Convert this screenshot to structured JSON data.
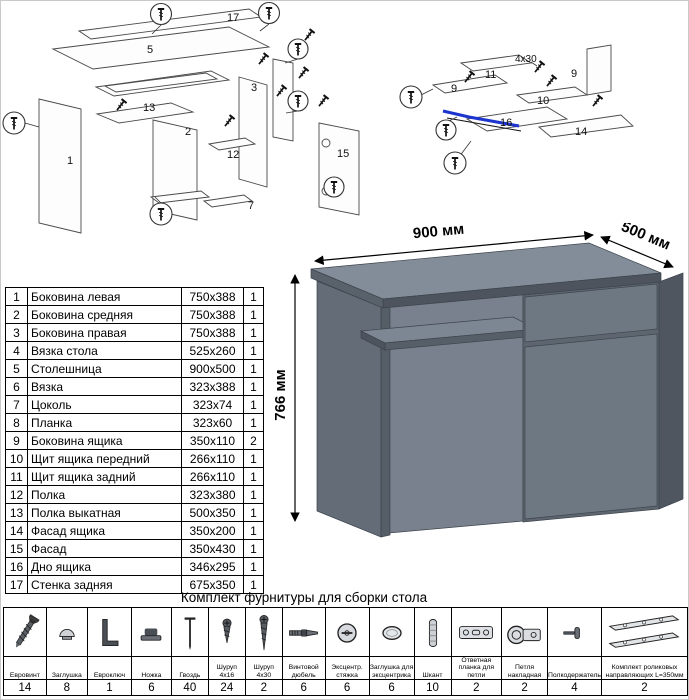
{
  "dimensions": {
    "width_label": "900 мм",
    "depth_label": "500 мм",
    "height_label": "766 мм"
  },
  "diagram_left": {
    "callouts": [
      "17",
      "5",
      "3",
      "13",
      "2",
      "1",
      "12",
      "15",
      "7"
    ]
  },
  "diagram_right": {
    "callouts": [
      "11",
      "9",
      "9",
      "10",
      "16",
      "14"
    ],
    "screw_note": "4x30"
  },
  "parts_table": {
    "rows": [
      {
        "num": "1",
        "name": "Боковина левая",
        "size": "750x388",
        "qty": "1"
      },
      {
        "num": "2",
        "name": "Боковина средняя",
        "size": "750x388",
        "qty": "1"
      },
      {
        "num": "3",
        "name": "Боковина правая",
        "size": "750x388",
        "qty": "1"
      },
      {
        "num": "4",
        "name": "Вязка стола",
        "size": "525x260",
        "qty": "1"
      },
      {
        "num": "5",
        "name": "Столешница",
        "size": "900x500",
        "qty": "1"
      },
      {
        "num": "6",
        "name": "Вязка",
        "size": "323x388",
        "qty": "1"
      },
      {
        "num": "7",
        "name": "Цоколь",
        "size": "323x74",
        "qty": "1"
      },
      {
        "num": "8",
        "name": "Планка",
        "size": "323x60",
        "qty": "1"
      },
      {
        "num": "9",
        "name": "Боковина ящика",
        "size": "350x110",
        "qty": "2"
      },
      {
        "num": "10",
        "name": "Щит ящика передний",
        "size": "266x110",
        "qty": "1"
      },
      {
        "num": "11",
        "name": "Щит ящика задний",
        "size": "266x110",
        "qty": "1"
      },
      {
        "num": "12",
        "name": "Полка",
        "size": "323x380",
        "qty": "1"
      },
      {
        "num": "13",
        "name": "Полка выкатная",
        "size": "500x350",
        "qty": "1"
      },
      {
        "num": "14",
        "name": "Фасад ящика",
        "size": "350x200",
        "qty": "1"
      },
      {
        "num": "15",
        "name": "Фасад",
        "size": "350x430",
        "qty": "1"
      },
      {
        "num": "16",
        "name": "Дно ящика",
        "size": "346x295",
        "qty": "1"
      },
      {
        "num": "17",
        "name": "Стенка задняя",
        "size": "675x350",
        "qty": "1"
      }
    ]
  },
  "hardware": {
    "title": "Комплект фурнитуры для сборки стола",
    "items": [
      {
        "name": "Евровинт",
        "qty": "14",
        "icon": "euro-screw"
      },
      {
        "name": "Заглушка",
        "qty": "8",
        "icon": "cap"
      },
      {
        "name": "Евроключ",
        "qty": "1",
        "icon": "hex-key"
      },
      {
        "name": "Ножка",
        "qty": "6",
        "icon": "foot"
      },
      {
        "name": "Гвоздь",
        "qty": "40",
        "icon": "nail"
      },
      {
        "name": "Шуруп 4x16",
        "qty": "24",
        "icon": "screw-small"
      },
      {
        "name": "Шуруп 4x30",
        "qty": "2",
        "icon": "screw-long"
      },
      {
        "name": "Винтовой дюбель",
        "qty": "6",
        "icon": "dowel-bolt"
      },
      {
        "name": "Эксцентр. стяжка",
        "qty": "6",
        "icon": "cam-lock"
      },
      {
        "name": "Заглушка для эксцентрика",
        "qty": "6",
        "icon": "cam-cap"
      },
      {
        "name": "Шкант",
        "qty": "10",
        "icon": "wood-dowel"
      },
      {
        "name": "Ответная планка для петли",
        "qty": "2",
        "icon": "hinge-plate"
      },
      {
        "name": "Петля накладная",
        "qty": "2",
        "icon": "hinge"
      },
      {
        "name": "Полкодержатель",
        "qty": "4",
        "icon": "shelf-pin"
      },
      {
        "name": "Комплект роликовых направляющих L=350мм",
        "qty": "2",
        "icon": "drawer-slides"
      }
    ]
  },
  "colors": {
    "desk_top": "#838d99",
    "desk_front": "#6e7882",
    "desk_side": "#4f5660",
    "accent_blue": "#1c35cf"
  }
}
